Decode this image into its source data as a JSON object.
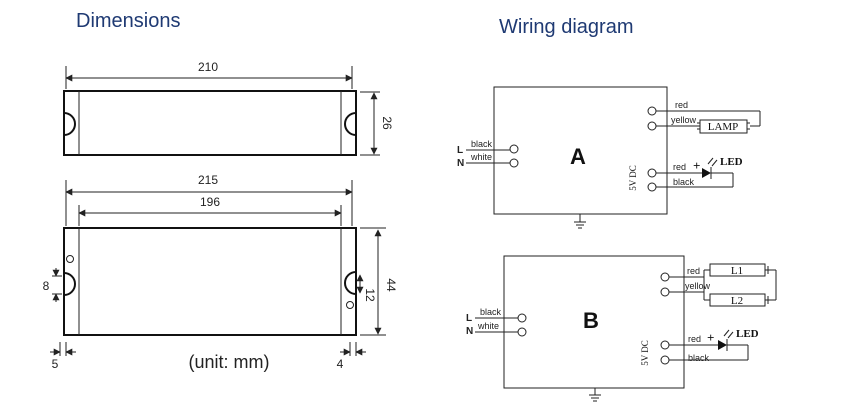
{
  "dimensions": {
    "title": "Dimensions",
    "top_view": {
      "length": "210",
      "height": "26"
    },
    "bottom_view": {
      "total_length": "215",
      "hole_spacing": "196",
      "height": "44",
      "hole_height": "12",
      "left_notch": "8",
      "left_margin": "5",
      "right_margin": "4"
    },
    "unit_note": "(unit: mm)"
  },
  "wiring": {
    "title": "Wiring  diagram",
    "diagram_a": {
      "letter": "A",
      "input": {
        "L_label": "L",
        "N_label": "N",
        "L_wire": "black",
        "N_wire": "white"
      },
      "output": {
        "wire1": "red",
        "wire2": "yellow",
        "load": "LAMP"
      },
      "indicator": {
        "supply": "5V DC",
        "wire_pos": "red",
        "wire_neg": "black",
        "plus": "+",
        "led": "LED"
      }
    },
    "diagram_b": {
      "letter": "B",
      "input": {
        "L_label": "L",
        "N_label": "N",
        "L_wire": "black",
        "N_wire": "white"
      },
      "output": {
        "wire1": "red",
        "wire2": "yellow",
        "lamp1": "L1",
        "lamp2": "L2"
      },
      "indicator": {
        "supply": "5V DC",
        "wire_pos": "red",
        "wire_neg": "black",
        "plus": "+",
        "led": "LED"
      }
    }
  },
  "colors": {
    "title": "#1f3a73",
    "ink": "#222222"
  }
}
